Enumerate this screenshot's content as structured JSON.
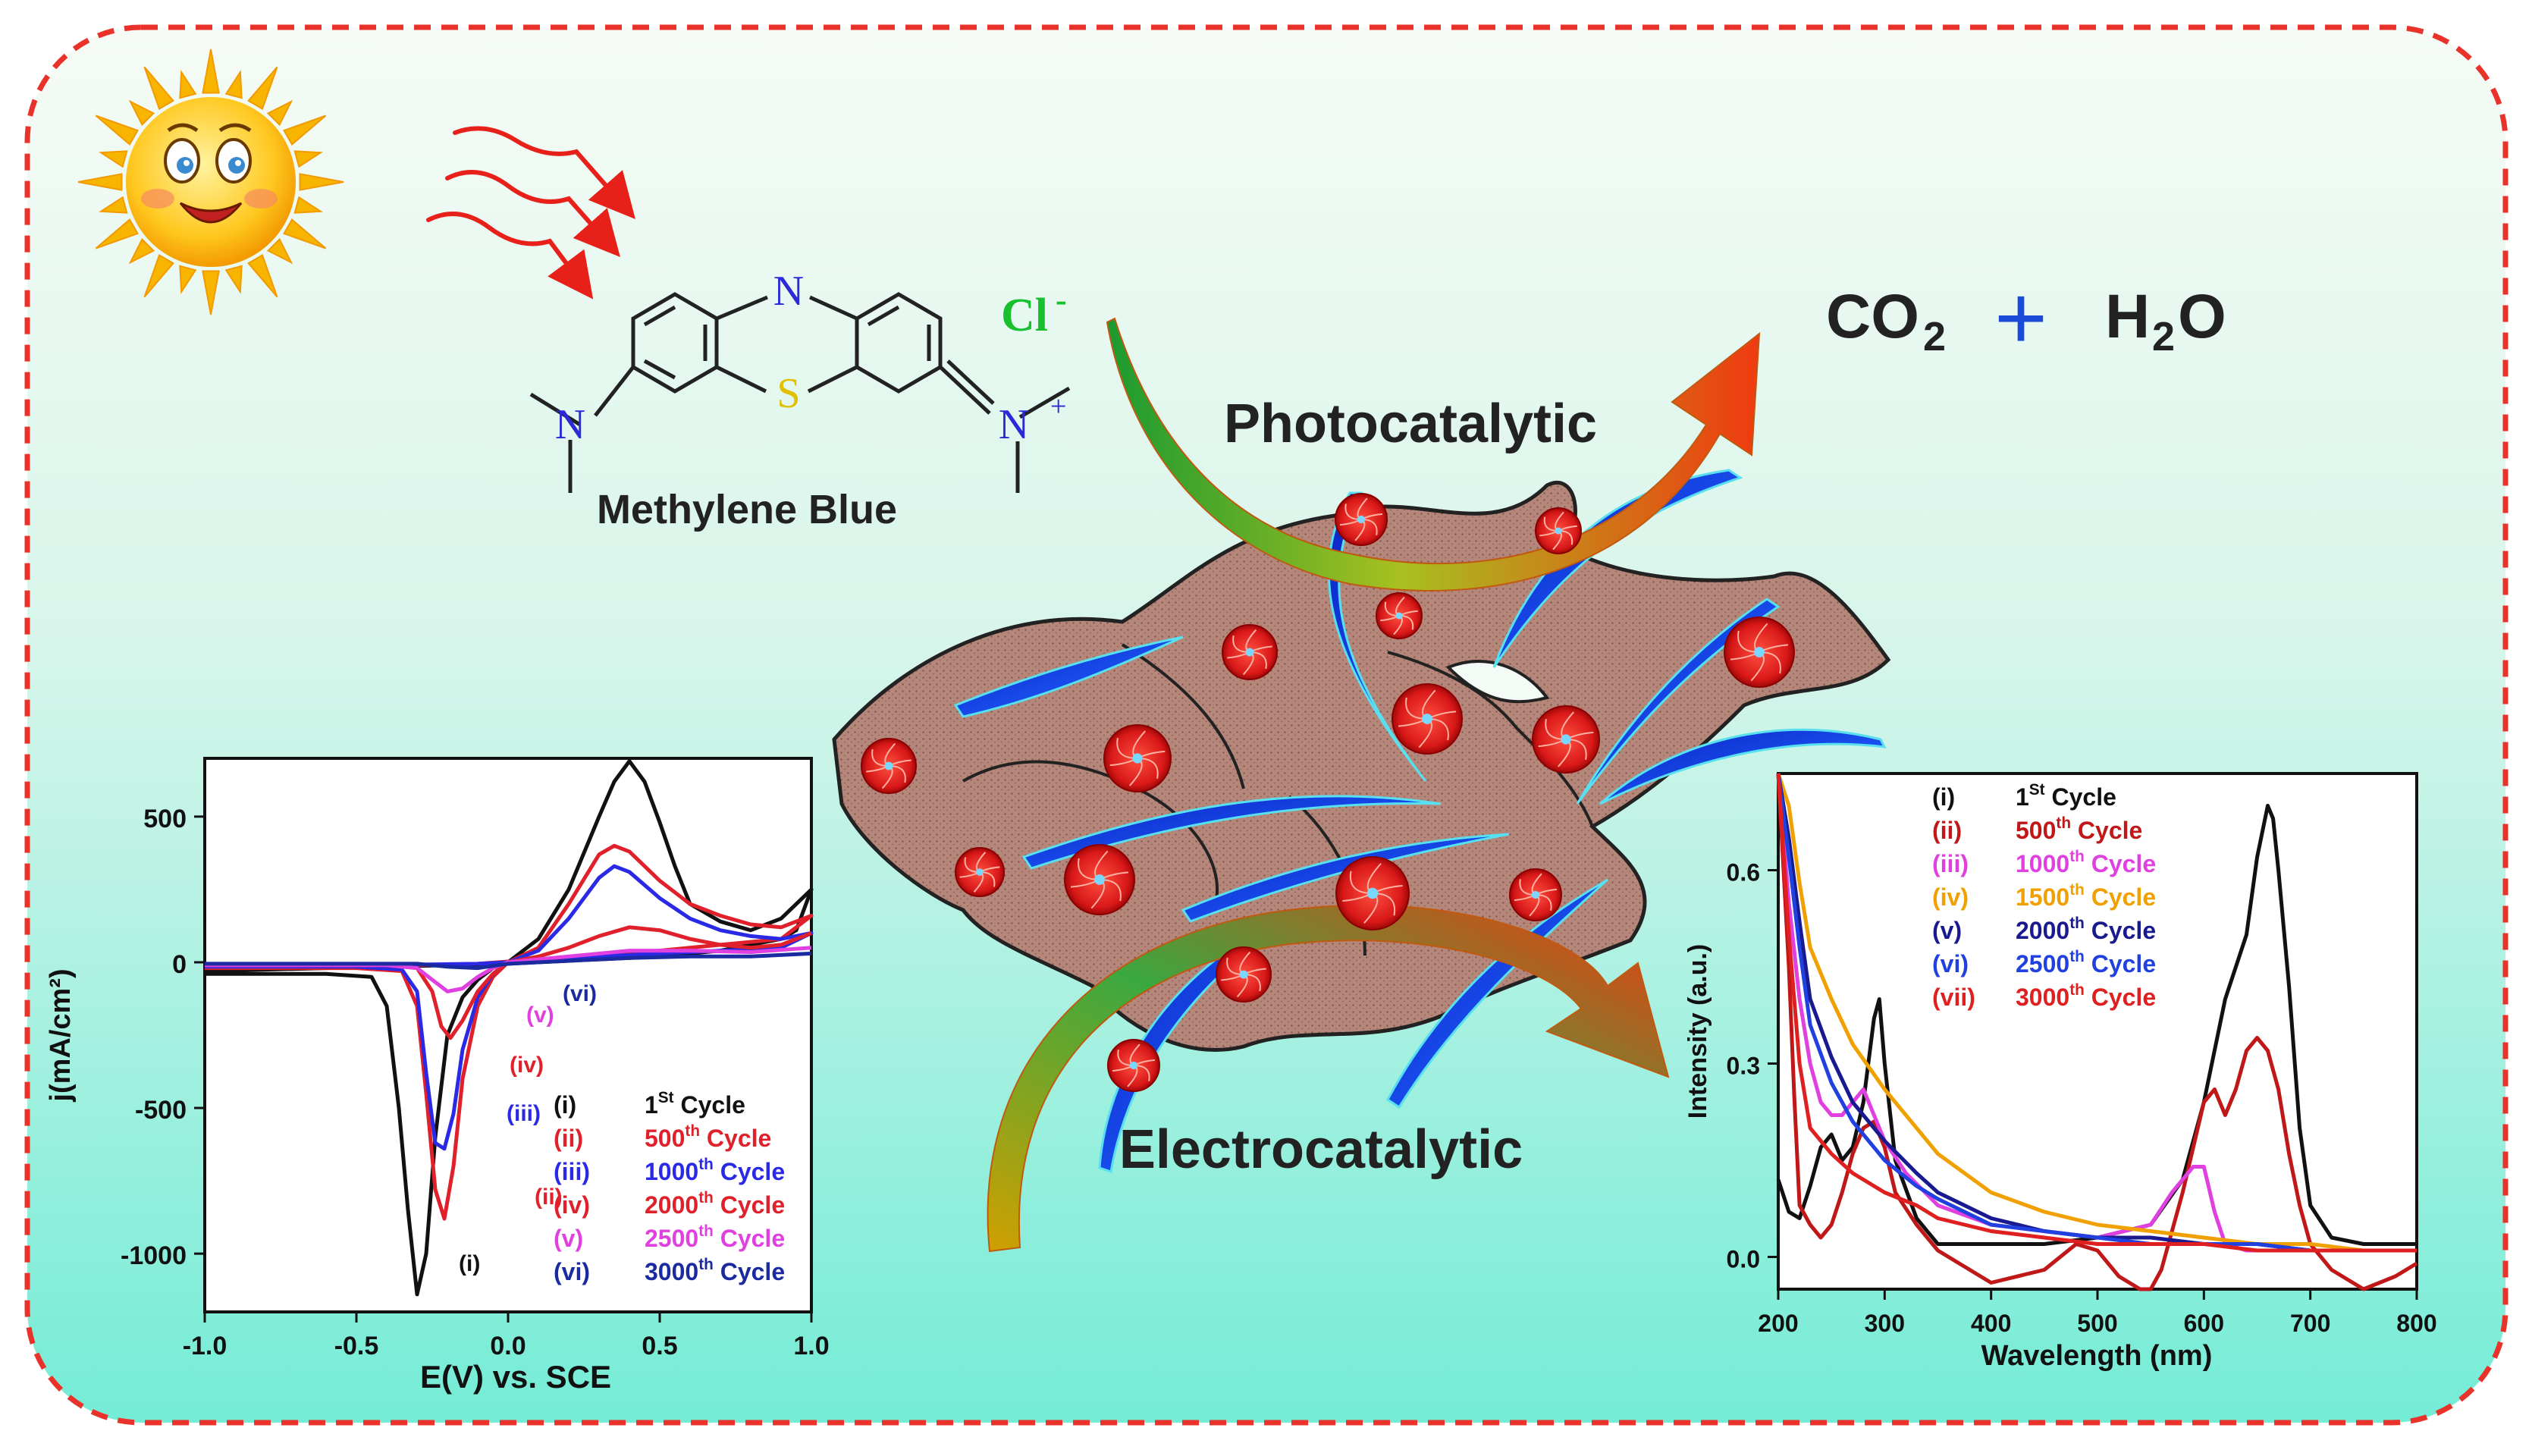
{
  "colors": {
    "frame": "#e8322a",
    "bg_top": "#f6fbf5",
    "bg_bottom": "#74ecd6",
    "sheet": "#b5867a",
    "nanoparticle": "#e02020",
    "blade": "#1538d8"
  },
  "molecule": {
    "label": "Methylene Blue",
    "n_ring": "N",
    "sulfur": "S",
    "n_left": "N",
    "n_right": "N",
    "n_right_charge": "+",
    "counter_ion": "Cl",
    "counter_ion_charge": "-"
  },
  "products": {
    "co2": "CO",
    "co2_sub": "2",
    "plus": "+",
    "h2o_h": "H",
    "h2o_sub": "2",
    "h2o_o": "O"
  },
  "processes": {
    "photo": "Photocatalytic",
    "electro": "Electrocatalytic"
  },
  "icons": [
    "sun-icon",
    "light-wave-icon",
    "arrow-icon"
  ],
  "chart_data": [
    {
      "type": "line",
      "title": "",
      "xlabel": "E(V) vs. SCE",
      "ylabel": "j(mA/cm²)",
      "xlim": [
        -1.0,
        1.0
      ],
      "ylim": [
        -1200,
        700
      ],
      "xticks": [
        "-1.0",
        "-0.5",
        "0.0",
        "0.5",
        "1.0"
      ],
      "yticks": [
        "500",
        "0",
        "-500",
        "-1000"
      ],
      "series": [
        {
          "name": "1st Cycle",
          "id": "(i)",
          "color": "#111111",
          "x": [
            -1.0,
            -0.6,
            -0.45,
            -0.4,
            -0.36,
            -0.33,
            -0.3,
            -0.27,
            -0.24,
            -0.2,
            -0.15,
            -0.1,
            -0.05,
            0.0,
            0.1,
            0.2,
            0.3,
            0.35,
            0.4,
            0.45,
            0.5,
            0.55,
            0.6,
            0.7,
            0.8,
            0.9,
            1.0,
            0.95,
            0.9,
            0.8,
            0.7,
            0.6,
            0.5,
            0.4,
            0.3,
            0.2,
            0.1,
            0.0,
            -0.2,
            -0.4,
            -0.6,
            -0.8,
            -1.0
          ],
          "y": [
            -40,
            -40,
            -50,
            -150,
            -500,
            -850,
            -1140,
            -1000,
            -600,
            -250,
            -120,
            -60,
            -20,
            0,
            80,
            250,
            500,
            620,
            690,
            620,
            480,
            330,
            200,
            140,
            110,
            150,
            250,
            110,
            80,
            60,
            40,
            30,
            20,
            15,
            10,
            5,
            0,
            -5,
            -10,
            -15,
            -20,
            -25,
            -30
          ]
        },
        {
          "name": "500th Cycle",
          "id": "(ii)",
          "color": "#e0202a",
          "x": [
            -1.0,
            -0.5,
            -0.35,
            -0.3,
            -0.27,
            -0.24,
            -0.21,
            -0.18,
            -0.15,
            -0.1,
            -0.05,
            0.0,
            0.1,
            0.2,
            0.3,
            0.35,
            0.4,
            0.5,
            0.6,
            0.7,
            0.8,
            0.9,
            1.0,
            0.9,
            0.7,
            0.5,
            0.3,
            0.1,
            -0.1,
            -0.3,
            -0.5,
            -1.0
          ],
          "y": [
            -20,
            -20,
            -30,
            -150,
            -450,
            -780,
            -880,
            -700,
            -400,
            -150,
            -50,
            0,
            50,
            200,
            370,
            400,
            380,
            280,
            200,
            160,
            130,
            120,
            160,
            80,
            60,
            40,
            25,
            10,
            -5,
            -10,
            -15,
            -20
          ]
        },
        {
          "name": "1000th Cycle",
          "id": "(iii)",
          "color": "#2a2ae6",
          "x": [
            -1.0,
            -0.5,
            -0.35,
            -0.3,
            -0.27,
            -0.24,
            -0.21,
            -0.18,
            -0.15,
            -0.1,
            -0.05,
            0.0,
            0.1,
            0.2,
            0.3,
            0.35,
            0.4,
            0.5,
            0.6,
            0.7,
            0.8,
            0.9,
            1.0,
            0.9,
            0.7,
            0.5,
            0.3,
            0.1,
            -0.1,
            -0.3,
            -0.5,
            -1.0
          ],
          "y": [
            -15,
            -15,
            -25,
            -100,
            -380,
            -620,
            -640,
            -520,
            -300,
            -120,
            -40,
            0,
            40,
            150,
            290,
            330,
            310,
            220,
            150,
            110,
            90,
            80,
            100,
            50,
            40,
            30,
            20,
            5,
            -5,
            -8,
            -10,
            -15
          ]
        },
        {
          "name": "2000th Cycle",
          "id": "(iv)",
          "color": "#e0202a",
          "x": [
            -1.0,
            -0.4,
            -0.3,
            -0.25,
            -0.22,
            -0.19,
            -0.15,
            -0.1,
            -0.05,
            0.0,
            0.1,
            0.2,
            0.3,
            0.4,
            0.5,
            0.6,
            0.7,
            0.8,
            0.9,
            1.0
          ],
          "y": [
            -10,
            -10,
            -20,
            -100,
            -220,
            -260,
            -200,
            -100,
            -40,
            0,
            20,
            50,
            90,
            120,
            110,
            80,
            60,
            50,
            60,
            100
          ]
        },
        {
          "name": "2500th Cycle",
          "id": "(v)",
          "color": "#e040e0",
          "x": [
            -1.0,
            -0.4,
            -0.3,
            -0.25,
            -0.2,
            -0.15,
            -0.1,
            -0.05,
            0.0,
            0.2,
            0.4,
            0.6,
            0.8,
            1.0
          ],
          "y": [
            -10,
            -10,
            -20,
            -60,
            -100,
            -90,
            -50,
            -20,
            0,
            20,
            40,
            40,
            35,
            50
          ]
        },
        {
          "name": "3000th Cycle",
          "id": "(vi)",
          "color": "#1a2aa0",
          "x": [
            -1.0,
            -0.3,
            -0.2,
            -0.1,
            0.0,
            0.2,
            0.4,
            0.6,
            0.8,
            1.0
          ],
          "y": [
            -5,
            -5,
            -15,
            -20,
            -5,
            5,
            15,
            20,
            20,
            30
          ]
        }
      ],
      "series_labels": [
        "(i)",
        "(ii)",
        "(iii)",
        "(iv)",
        "(v)",
        "(vi)"
      ],
      "legend": [
        {
          "id": "(i)",
          "num": "1",
          "sup": "St",
          "rest": " Cycle"
        },
        {
          "id": "(ii)",
          "num": "500",
          "sup": "th",
          "rest": " Cycle"
        },
        {
          "id": "(iii)",
          "num": "1000",
          "sup": "th",
          "rest": " Cycle"
        },
        {
          "id": "(iv)",
          "num": "2000",
          "sup": "th",
          "rest": " Cycle"
        },
        {
          "id": "(v)",
          "num": " 2500",
          "sup": "th",
          "rest": " Cycle"
        },
        {
          "id": "(vi)",
          "num": "3000",
          "sup": "th",
          "rest": " Cycle"
        }
      ],
      "legend_placement": "bottom-right",
      "grid": false
    },
    {
      "type": "line",
      "title": "",
      "xlabel": "Wavelength (nm)",
      "ylabel": "Intensity (a.u.)",
      "xlim": [
        200,
        800
      ],
      "ylim": [
        -0.05,
        0.75
      ],
      "xticks": [
        "200",
        "300",
        "400",
        "500",
        "600",
        "700",
        "800"
      ],
      "yticks": [
        "0.6",
        "0.3",
        "0.0"
      ],
      "series": [
        {
          "name": "1St Cycle",
          "id": "(i)",
          "color": "#111111",
          "x": [
            200,
            210,
            220,
            230,
            240,
            250,
            260,
            270,
            280,
            290,
            295,
            300,
            310,
            330,
            350,
            400,
            450,
            500,
            550,
            580,
            600,
            620,
            640,
            650,
            660,
            665,
            670,
            680,
            690,
            700,
            720,
            750,
            800
          ],
          "y": [
            0.12,
            0.07,
            0.06,
            0.11,
            0.17,
            0.19,
            0.15,
            0.17,
            0.24,
            0.37,
            0.4,
            0.3,
            0.15,
            0.06,
            0.02,
            0.02,
            0.02,
            0.03,
            0.05,
            0.12,
            0.24,
            0.4,
            0.5,
            0.62,
            0.7,
            0.68,
            0.6,
            0.42,
            0.2,
            0.08,
            0.03,
            0.02,
            0.02
          ]
        },
        {
          "name": "500th Cycle",
          "id": "(ii)",
          "color": "#c01818",
          "x": [
            200,
            210,
            215,
            220,
            230,
            240,
            250,
            260,
            270,
            280,
            290,
            300,
            310,
            330,
            350,
            400,
            450,
            480,
            500,
            520,
            540,
            550,
            560,
            580,
            600,
            610,
            620,
            630,
            640,
            650,
            660,
            670,
            680,
            690,
            700,
            720,
            750,
            780,
            800
          ],
          "y": [
            0.75,
            0.45,
            0.25,
            0.08,
            0.05,
            0.03,
            0.05,
            0.1,
            0.16,
            0.2,
            0.21,
            0.17,
            0.1,
            0.05,
            0.01,
            -0.04,
            -0.02,
            0.02,
            0.01,
            -0.03,
            -0.05,
            -0.05,
            -0.02,
            0.1,
            0.24,
            0.26,
            0.22,
            0.26,
            0.32,
            0.34,
            0.32,
            0.26,
            0.16,
            0.08,
            0.02,
            -0.02,
            -0.05,
            -0.03,
            -0.01
          ]
        },
        {
          "name": "1000th Cycle",
          "id": "(iii)",
          "color": "#e040e0",
          "x": [
            200,
            210,
            220,
            230,
            240,
            250,
            260,
            270,
            280,
            290,
            300,
            320,
            350,
            400,
            450,
            500,
            550,
            570,
            590,
            600,
            610,
            620,
            640,
            700,
            800
          ],
          "y": [
            0.75,
            0.55,
            0.4,
            0.3,
            0.24,
            0.22,
            0.22,
            0.24,
            0.26,
            0.22,
            0.18,
            0.13,
            0.08,
            0.05,
            0.04,
            0.03,
            0.05,
            0.1,
            0.14,
            0.14,
            0.07,
            0.02,
            0.01,
            0.01,
            0.01
          ]
        },
        {
          "name": "1500th Cycle",
          "id": "(iv)",
          "color": "#f0a000",
          "x": [
            200,
            210,
            220,
            230,
            250,
            270,
            300,
            330,
            350,
            400,
            450,
            500,
            550,
            600,
            650,
            700,
            750,
            800
          ],
          "y": [
            0.75,
            0.7,
            0.58,
            0.48,
            0.4,
            0.33,
            0.26,
            0.2,
            0.16,
            0.1,
            0.07,
            0.05,
            0.04,
            0.03,
            0.02,
            0.02,
            0.01,
            0.01
          ]
        },
        {
          "name": "2000th Cycle",
          "id": "(v)",
          "color": "#1a1a90",
          "x": [
            200,
            210,
            220,
            230,
            250,
            270,
            300,
            330,
            350,
            400,
            450,
            500,
            550,
            600,
            650,
            700,
            750,
            800
          ],
          "y": [
            0.75,
            0.65,
            0.52,
            0.4,
            0.31,
            0.24,
            0.18,
            0.13,
            0.1,
            0.06,
            0.04,
            0.03,
            0.03,
            0.02,
            0.02,
            0.01,
            0.01,
            0.01
          ]
        },
        {
          "name": "2500th Cycle",
          "id": "(vi)",
          "color": "#2040e0",
          "x": [
            200,
            210,
            220,
            230,
            250,
            270,
            300,
            330,
            350,
            400,
            450,
            500,
            550,
            600,
            650,
            700,
            750,
            800
          ],
          "y": [
            0.75,
            0.62,
            0.48,
            0.36,
            0.27,
            0.21,
            0.15,
            0.11,
            0.09,
            0.05,
            0.04,
            0.03,
            0.02,
            0.02,
            0.02,
            0.01,
            0.01,
            0.01
          ]
        },
        {
          "name": "3000th Cycle",
          "id": "(vii)",
          "color": "#e02020",
          "x": [
            200,
            210,
            220,
            230,
            250,
            270,
            300,
            330,
            350,
            400,
            450,
            500,
            550,
            600,
            650,
            700,
            750,
            800
          ],
          "y": [
            0.75,
            0.5,
            0.3,
            0.2,
            0.16,
            0.13,
            0.1,
            0.08,
            0.06,
            0.04,
            0.03,
            0.02,
            0.02,
            0.02,
            0.01,
            0.01,
            0.01,
            0.01
          ]
        }
      ],
      "legend": [
        {
          "id": "(i)",
          "num": "1",
          "sup": "St",
          "rest": " Cycle"
        },
        {
          "id": "(ii)",
          "num": "500",
          "sup": "th",
          "rest": " Cycle"
        },
        {
          "id": "(iii)",
          "num": "1000",
          "sup": "th",
          "rest": " Cycle"
        },
        {
          "id": "(iv)",
          "num": "1500",
          "sup": "th",
          "rest": " Cycle"
        },
        {
          "id": "(v)",
          "num": "2000",
          "sup": "th",
          "rest": " Cycle"
        },
        {
          "id": "(vi)",
          "num": "2500",
          "sup": "th",
          "rest": " Cycle"
        },
        {
          "id": "(vii)",
          "num": "3000",
          "sup": "th",
          "rest": " Cycle"
        }
      ],
      "legend_placement": "top-center",
      "grid": false
    }
  ]
}
